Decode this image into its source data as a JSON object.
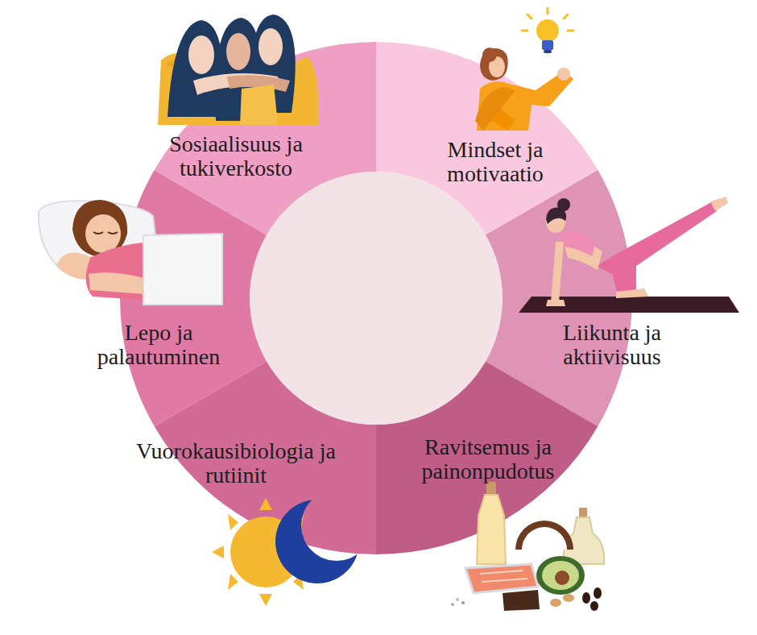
{
  "diagram": {
    "nodes": [
      {
        "text": [
          "Mindset ja motivaatio"
        ]
      },
      {
        "text": [
          "Liikunta ja aktiivisuus"
        ]
      },
      {
        "text": [
          "Ravitsemus ja painonpudotus"
        ]
      },
      {
        "text": [
          "Vuorokausibiologia ja rutiinit"
        ]
      },
      {
        "text": [
          "Lepo ja palautuminen"
        ]
      },
      {
        "text": [
          "Sosiaalisuus ja tukiverkosto"
        ]
      }
    ]
  }
}
